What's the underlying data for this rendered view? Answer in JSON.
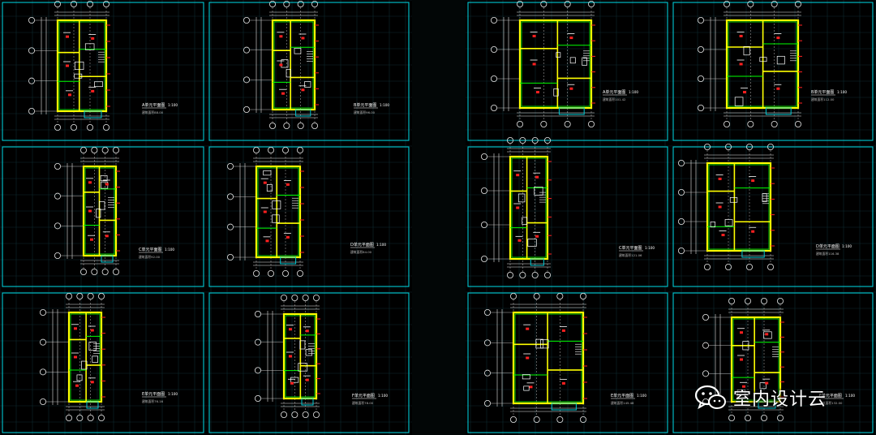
{
  "app": {
    "view": "cad-model-space",
    "background": "#000000",
    "grid_color": "#0e2a2e",
    "frame_color": "#00c8d2",
    "wall_color": "#ffff00",
    "inner_line_color": "#00ff00",
    "dim_color": "#e6e6e6",
    "marker_color": "#ff2020"
  },
  "sheets": [
    {
      "id": "A-left",
      "title": "A单元平面图",
      "scale": "1:100",
      "area_label": "建筑面积88.00",
      "orientation": "portrait"
    },
    {
      "id": "B-left",
      "title": "B单元平面图",
      "scale": "1:100",
      "area_label": "建筑面积96.00",
      "orientation": "portrait"
    },
    {
      "id": "A-right",
      "title": "A单元平面图",
      "scale": "1:100",
      "area_label": "建筑面积101.42",
      "orientation": "wide"
    },
    {
      "id": "B-right",
      "title": "B单元平面图",
      "scale": "1:100",
      "area_label": "建筑面积112.00",
      "orientation": "wide"
    },
    {
      "id": "C-left",
      "title": "C单元平面图",
      "scale": "1:100",
      "area_label": "建筑面积92.00",
      "orientation": "portrait"
    },
    {
      "id": "D-left",
      "title": "D单元平面图",
      "scale": "1:100",
      "area_label": "建筑面积84.00",
      "orientation": "compact"
    },
    {
      "id": "C-right",
      "title": "C单元平面图",
      "scale": "1:100",
      "area_label": "建筑面积121.06",
      "orientation": "tall"
    },
    {
      "id": "D-right",
      "title": "D单元平面图",
      "scale": "1:100",
      "area_label": "建筑面积116.38",
      "orientation": "wide"
    },
    {
      "id": "E-left",
      "title": "E单元平面图",
      "scale": "1:100",
      "area_label": "建筑面积76.16",
      "orientation": "narrow"
    },
    {
      "id": "F-left",
      "title": "F单元平面图",
      "scale": "1:100",
      "area_label": "建筑面积78.00",
      "orientation": "narrow"
    },
    {
      "id": "E-right",
      "title": "E单元平面图",
      "scale": "1:100",
      "area_label": "建筑面积145.48",
      "orientation": "wide"
    },
    {
      "id": "F-right",
      "title": "F单元平面图",
      "scale": "1:100",
      "area_label": "建筑面积132.00",
      "orientation": "tall"
    }
  ],
  "watermark": {
    "text": "室内设计云",
    "icon": "wechat-icon"
  }
}
